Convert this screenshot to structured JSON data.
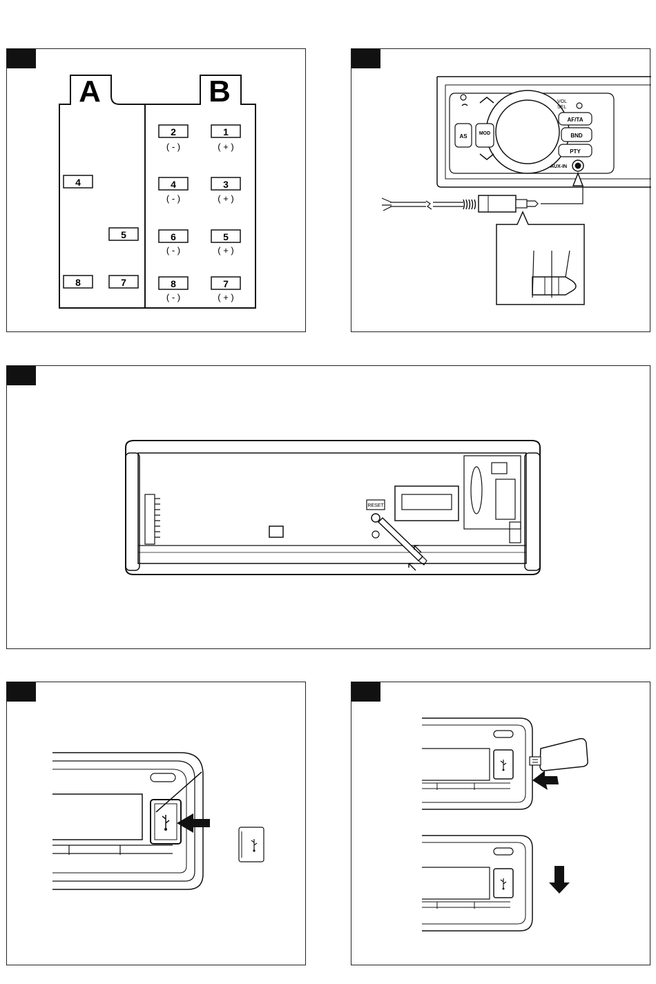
{
  "connectors": {
    "a_letter": "A",
    "b_letter": "B",
    "a_pins": [
      "4",
      "5",
      "8",
      "7"
    ],
    "b_pins": [
      {
        "pin": "2",
        "pol": "( - )"
      },
      {
        "pin": "1",
        "pol": "( + )"
      },
      {
        "pin": "4",
        "pol": "( - )"
      },
      {
        "pin": "3",
        "pol": "( + )"
      },
      {
        "pin": "6",
        "pol": "( - )"
      },
      {
        "pin": "5",
        "pol": "( + )"
      },
      {
        "pin": "8",
        "pol": "( - )"
      },
      {
        "pin": "7",
        "pol": "( + )"
      }
    ]
  },
  "head_unit": {
    "buttons": [
      "AS",
      "MOD",
      "AF/TA",
      "BND",
      "PTY",
      "AUX-IN"
    ],
    "vol_label": "VOL",
    "sel_label": "SEL"
  },
  "chassis": {
    "reset_label": "RESET"
  },
  "icons": {
    "usb": "usb-icon",
    "arrow": "arrow-icon"
  }
}
